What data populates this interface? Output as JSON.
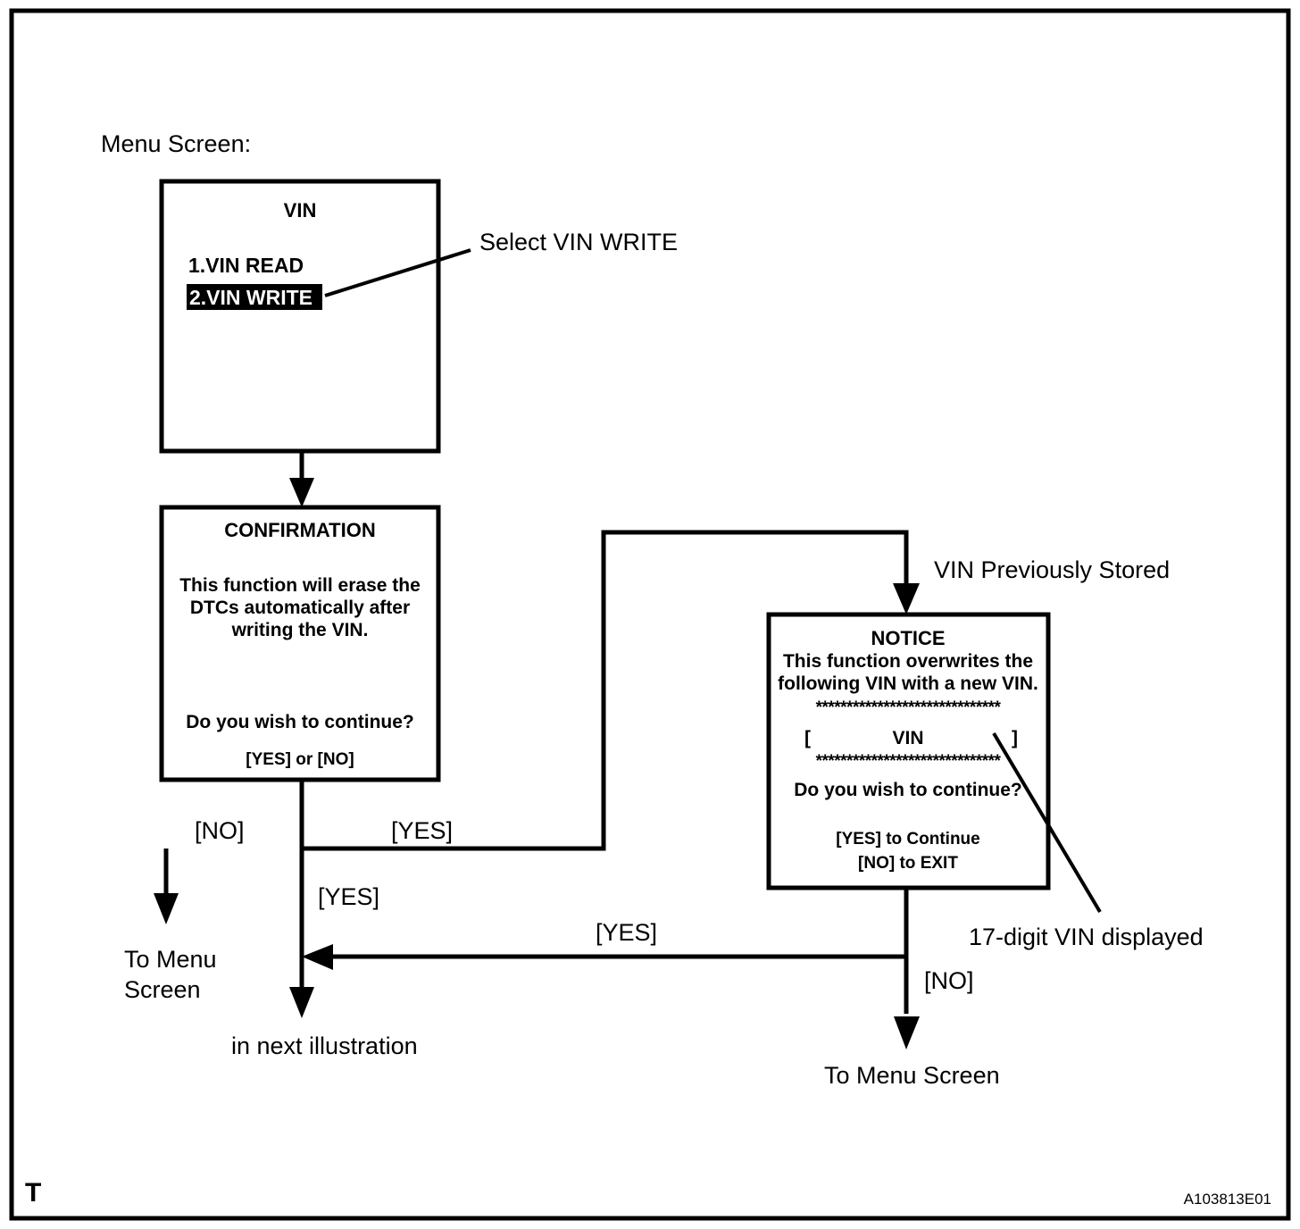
{
  "figure": {
    "title_label": "Menu Screen:",
    "corner_mark": "T",
    "figure_id": "A103813E01"
  },
  "screens": {
    "vin_menu": {
      "title": "VIN",
      "items": [
        {
          "label": "1.VIN READ",
          "selected": false
        },
        {
          "label": "2.VIN WRITE",
          "selected": true
        }
      ]
    },
    "confirmation": {
      "title": "CONFIRMATION",
      "body_lines": [
        "This function will erase the",
        "DTCs automatically after",
        "writing the VIN."
      ],
      "question": "Do you wish to continue?",
      "options": "[YES] or [NO]"
    },
    "notice": {
      "title": "NOTICE",
      "body_lines": [
        "This function overwrites the",
        "following VIN with a new VIN."
      ],
      "separator": "******************************",
      "vin_field": {
        "open_bracket": "[",
        "value": "VIN",
        "close_bracket": "]"
      },
      "question": "Do you wish to continue?",
      "options": [
        "[YES] to Continue",
        "[NO] to EXIT"
      ]
    }
  },
  "callouts": {
    "select_vin_write": "Select VIN WRITE",
    "vin_previously_stored": "VIN Previously Stored",
    "seventeen_digit_vin": "17-digit VIN displayed"
  },
  "flow_labels": {
    "confirm_no": "[NO]",
    "confirm_yes_right": "[YES]",
    "confirm_yes_down": "[YES]",
    "notice_yes": "[YES]",
    "notice_no": "[NO]"
  },
  "endpoints": {
    "to_menu_screen_left_line1": "To Menu",
    "to_menu_screen_left_line2": "Screen",
    "in_next_illustration": "in next illustration",
    "to_menu_screen_right": "To Menu Screen"
  },
  "colors": {
    "ink": "#000000",
    "paper": "#ffffff"
  }
}
